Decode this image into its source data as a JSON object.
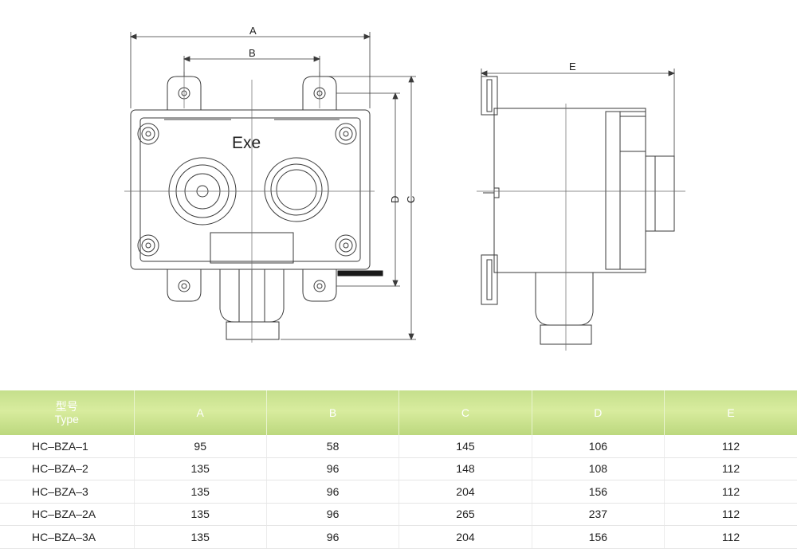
{
  "drawing": {
    "label_exe": "Exe",
    "dim_labels": {
      "A": "A",
      "B": "B",
      "C": "C",
      "D": "D",
      "E": "E"
    }
  },
  "table": {
    "header_model_cn": "型号",
    "header_model_en": "Type",
    "columns": [
      "A",
      "B",
      "C",
      "D",
      "E"
    ],
    "rows": [
      {
        "model": "HC–BZA–1",
        "values": [
          "95",
          "58",
          "145",
          "106",
          "112"
        ]
      },
      {
        "model": "HC–BZA–2",
        "values": [
          "135",
          "96",
          "148",
          "108",
          "112"
        ]
      },
      {
        "model": "HC–BZA–3",
        "values": [
          "135",
          "96",
          "204",
          "156",
          "112"
        ]
      },
      {
        "model": "HC–BZA–2A",
        "values": [
          "135",
          "96",
          "265",
          "237",
          "112"
        ]
      },
      {
        "model": "HC–BZA–3A",
        "values": [
          "135",
          "96",
          "204",
          "156",
          "112"
        ]
      }
    ]
  },
  "colors": {
    "header_bg": "#c9e28f",
    "header_text": "#ffffff",
    "line": "#3a3a3a"
  }
}
